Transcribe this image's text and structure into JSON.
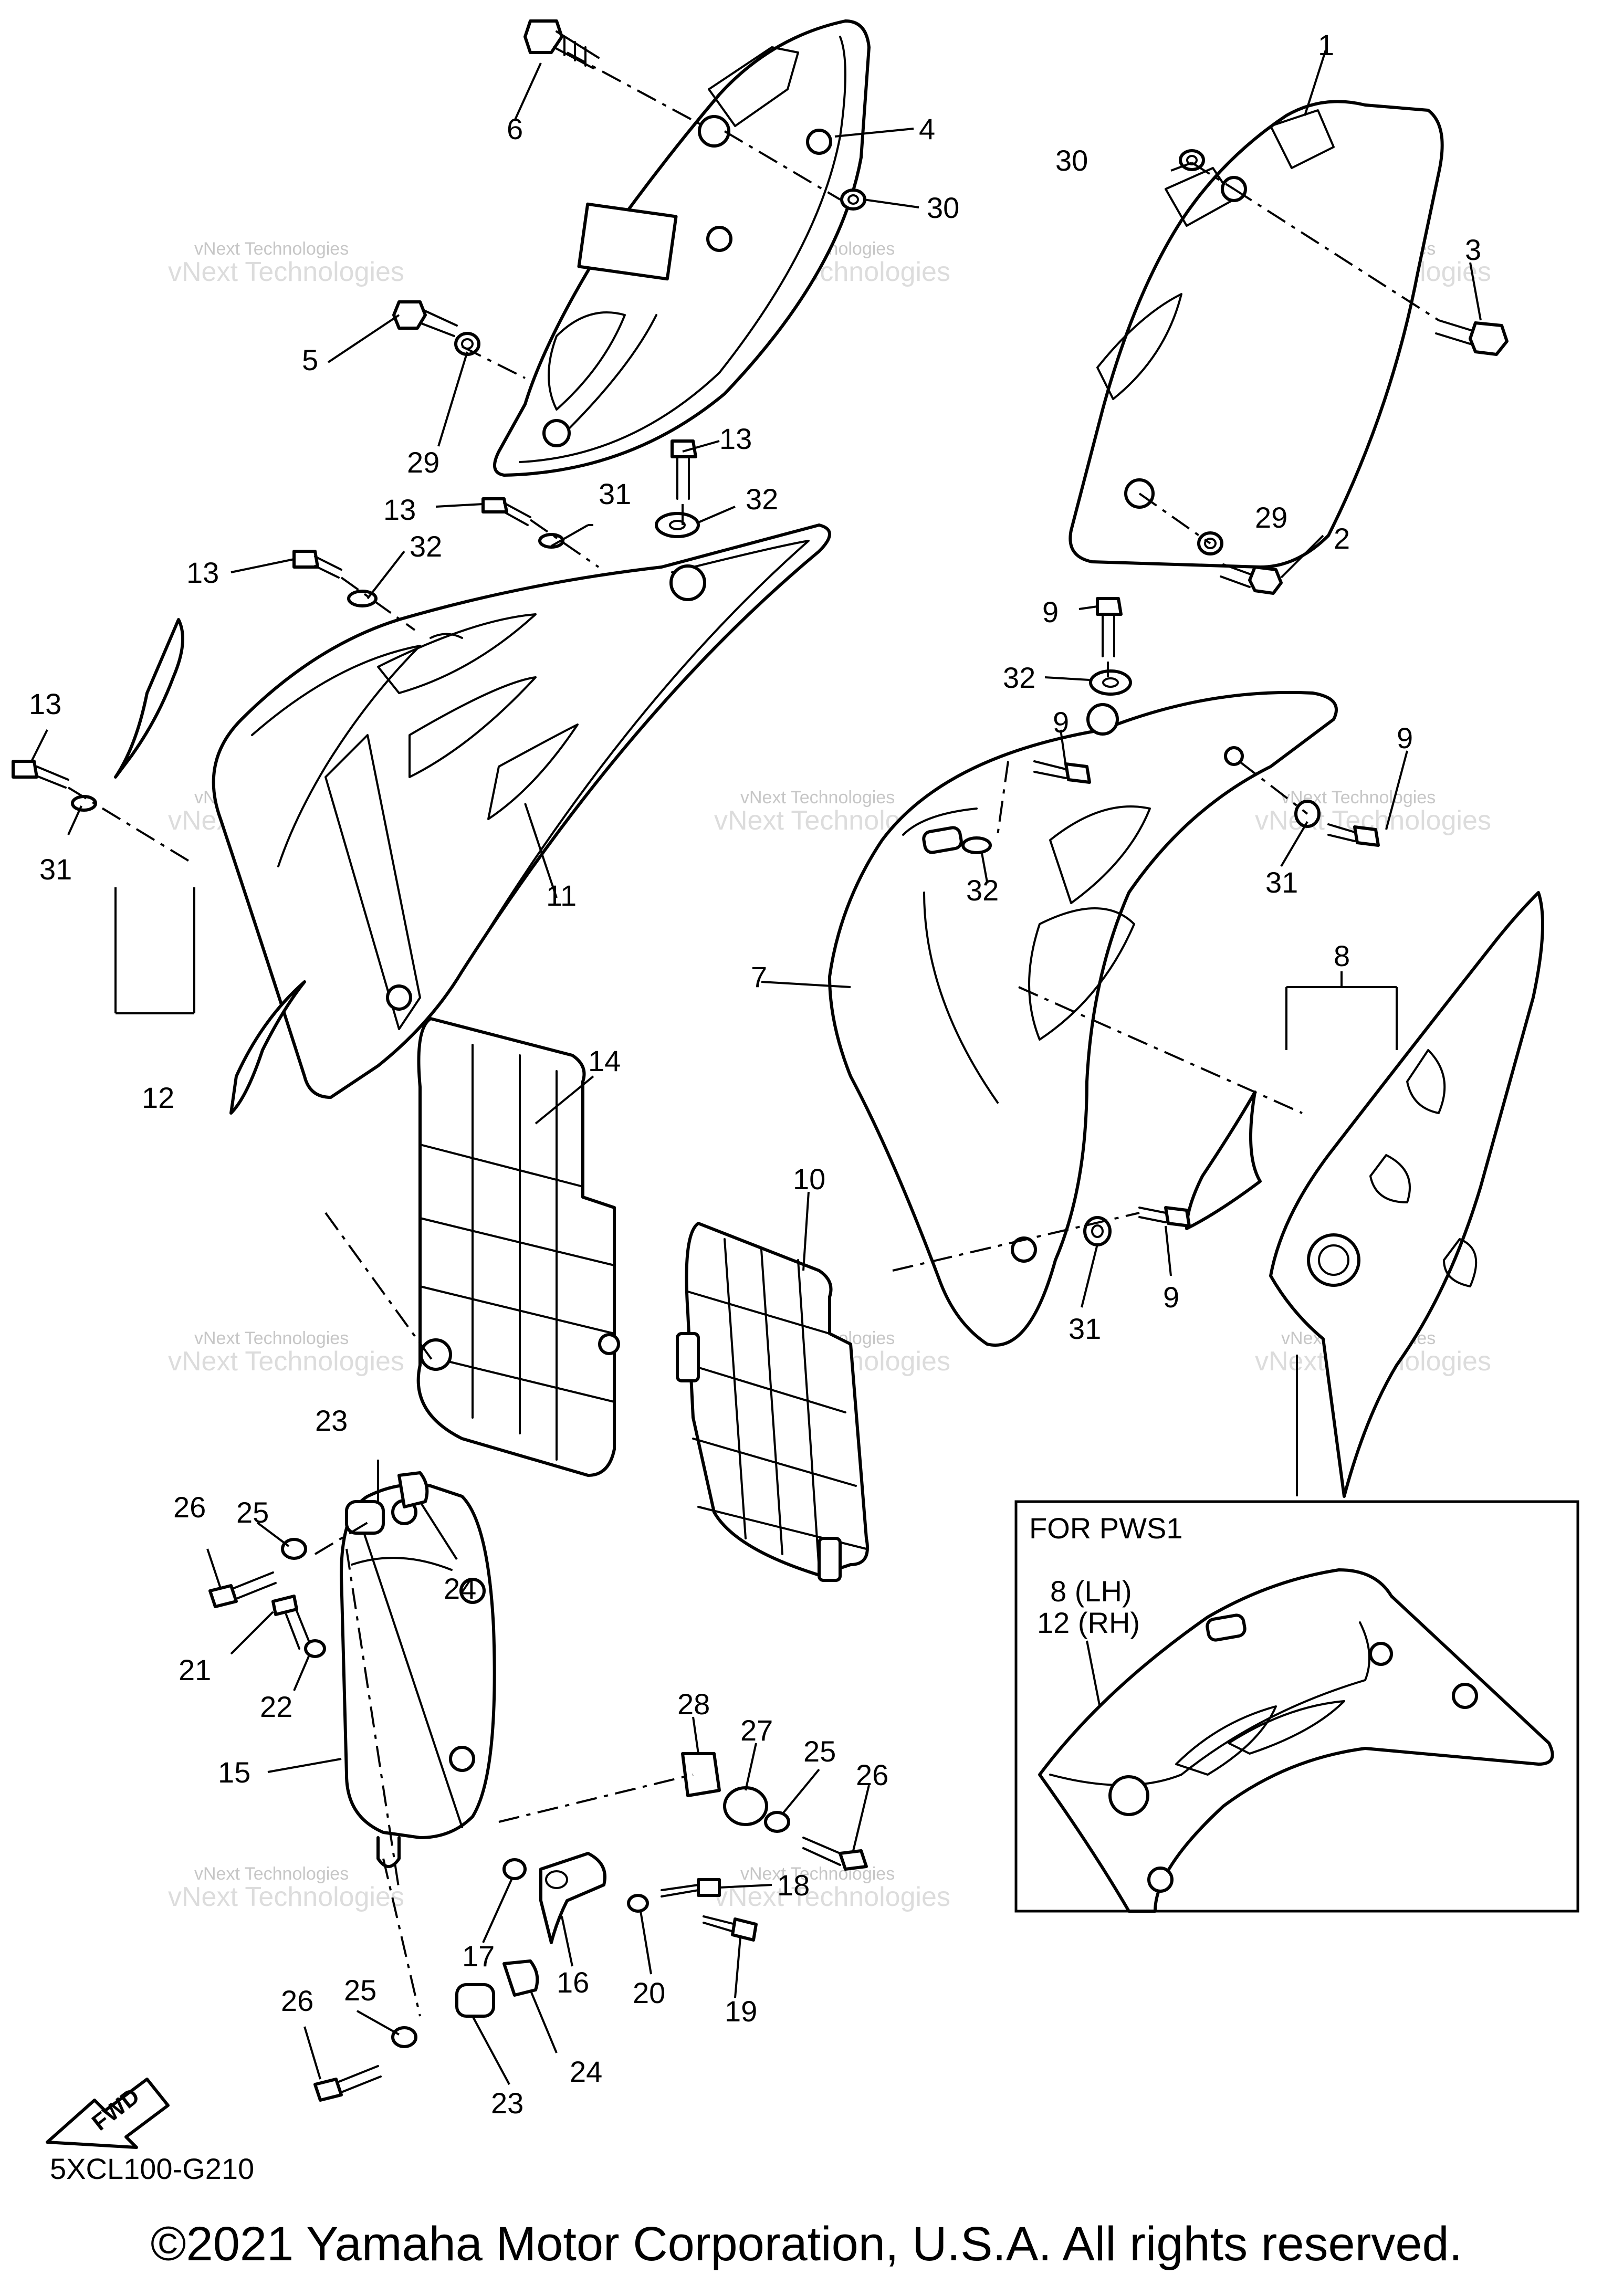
{
  "diagram": {
    "callouts": [
      "1",
      "2",
      "3",
      "4",
      "5",
      "6",
      "7",
      "8",
      "9",
      "10",
      "11",
      "12",
      "13",
      "14",
      "15",
      "16",
      "17",
      "18",
      "19",
      "20",
      "21",
      "22",
      "23",
      "24",
      "25",
      "26",
      "27",
      "28",
      "29",
      "30",
      "31",
      "32"
    ],
    "inset": {
      "title": "FOR PWS1",
      "label_lh": "8  (LH)",
      "label_rh": "12 (RH)"
    },
    "watermark": {
      "line1": "vNext Technologies",
      "line2": "vNext Technologies"
    },
    "fwd_label": "FWD",
    "diagram_code": "5XCL100-G210",
    "copyright": "©2021 Yamaha Motor Corporation, U.S.A. All rights reserved."
  }
}
